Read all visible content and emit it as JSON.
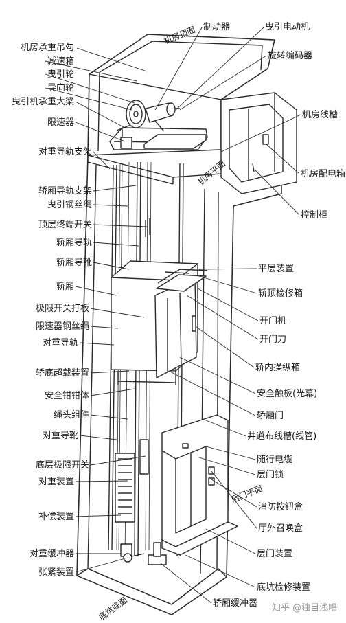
{
  "labels_left": [
    {
      "id": "machine-room-hook",
      "text": "机房承重吊勾"
    },
    {
      "id": "reducer-box",
      "text": "减速箱"
    },
    {
      "id": "traction-sheave",
      "text": "曳引轮"
    },
    {
      "id": "guide-wheel",
      "text": "导向轮"
    },
    {
      "id": "traction-beam",
      "text": "曳引机承重大梁"
    },
    {
      "id": "speed-limiter",
      "text": "限速器"
    },
    {
      "id": "cwt-rail-bracket",
      "text": "对重导轨支架"
    },
    {
      "id": "car-rail-bracket",
      "text": "轿厢导轨支架"
    },
    {
      "id": "traction-rope",
      "text": "曳引钢丝绳"
    },
    {
      "id": "top-terminal-switch",
      "text": "顶层终端开关"
    },
    {
      "id": "car-guide-rail",
      "text": "轿厢导轨"
    },
    {
      "id": "car-guide-shoe",
      "text": "轿厢导靴"
    },
    {
      "id": "car",
      "text": "轿厢"
    },
    {
      "id": "limit-switch-plate",
      "text": "极限开关打板"
    },
    {
      "id": "governor-rope",
      "text": "限速器钢丝绳"
    },
    {
      "id": "cwt-guide-rail",
      "text": "对重导轨"
    },
    {
      "id": "overload-device",
      "text": "轿底超载装置"
    },
    {
      "id": "safety-gear",
      "text": "安全钳钳体"
    },
    {
      "id": "rope-head",
      "text": "绳头组件"
    },
    {
      "id": "cwt-guide-shoe",
      "text": "对重导靴"
    },
    {
      "id": "bottom-limit-switch",
      "text": "底层极限开关"
    },
    {
      "id": "counterweight",
      "text": "对重装置"
    },
    {
      "id": "compensation",
      "text": "补偿装置"
    },
    {
      "id": "cwt-buffer",
      "text": "对重缓冲器"
    },
    {
      "id": "tension-device",
      "text": "张紧装置"
    }
  ],
  "labels_right": [
    {
      "id": "brake",
      "text": "制动器"
    },
    {
      "id": "traction-motor",
      "text": "曳引电动机"
    },
    {
      "id": "rotary-encoder",
      "text": "旋转编码器"
    },
    {
      "id": "machine-room-trunking",
      "text": "机房线槽"
    },
    {
      "id": "machine-room-power-box",
      "text": "机房配电箱"
    },
    {
      "id": "control-cabinet",
      "text": "控制柜"
    },
    {
      "id": "leveling-device",
      "text": "平层装置"
    },
    {
      "id": "car-top-inspection-box",
      "text": "轿顶检修箱"
    },
    {
      "id": "door-operator",
      "text": "开门机"
    },
    {
      "id": "door-knife",
      "text": "开门刀"
    },
    {
      "id": "car-control-panel",
      "text": "轿内操纵箱"
    },
    {
      "id": "safety-edge",
      "text": "安全触板(光幕)"
    },
    {
      "id": "car-door",
      "text": "轿厢门"
    },
    {
      "id": "shaft-cable-trunking",
      "text": "井道布线槽(线管)"
    },
    {
      "id": "traveling-cable",
      "text": "随行电缆"
    },
    {
      "id": "landing-door-lock",
      "text": "层门锁"
    },
    {
      "id": "fire-button-box",
      "text": "消防按钮盒"
    },
    {
      "id": "hall-call-box",
      "text": "厅外召唤盒"
    },
    {
      "id": "landing-door-device",
      "text": "层门装置"
    },
    {
      "id": "pit-inspection-device",
      "text": "底坑检修装置"
    },
    {
      "id": "car-buffer",
      "text": "轿厢缓冲器"
    }
  ],
  "plane_labels": {
    "machine_room_top": "机房顶面",
    "machine_room_floor": "机房平面",
    "landing_floor": "层门平面",
    "pit_bottom": "底坑底面"
  },
  "watermark": "知乎 @独目浅唱",
  "colors": {
    "line": "#2a2a2a",
    "fill": "#ffffff",
    "text": "#1a1a1a",
    "watermark": "#9a9a9a"
  }
}
